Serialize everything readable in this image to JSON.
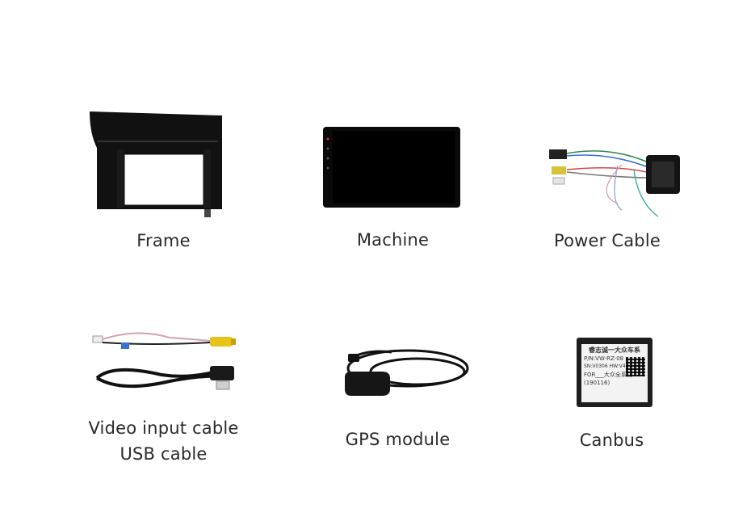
{
  "items": [
    {
      "id": "frame",
      "name": "Frame"
    },
    {
      "id": "machine",
      "name": "Machine"
    },
    {
      "id": "power_cable",
      "name": "Power Cable"
    },
    {
      "id": "video_usb",
      "name_line1": "Video input cable",
      "name_line2": "USB cable"
    },
    {
      "id": "gps",
      "name": "GPS module"
    },
    {
      "id": "canbus",
      "name": "Canbus"
    }
  ],
  "canbus_box": {
    "line1": "睿志诚一大众车系",
    "line2": "P/N:VW-RZ-08",
    "line3": "SN:V0306 HW:V4-N022",
    "line4": "FOR___大众全系统",
    "line5": "(190116)"
  }
}
